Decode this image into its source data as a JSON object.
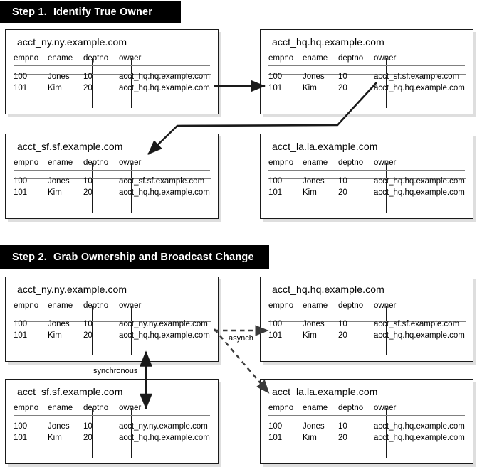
{
  "steps": [
    {
      "id": "step1",
      "number": "Step 1.",
      "title": "Identify True Owner"
    },
    {
      "id": "step2",
      "number": "Step  2.",
      "title": "Grab Ownership and Broadcast Change"
    }
  ],
  "columns": [
    "empno",
    "ename",
    "deptno",
    "owner"
  ],
  "step1": {
    "boxes": [
      {
        "name": "ny",
        "title": "acct_ny.ny.example.com",
        "rows": [
          [
            "100",
            "Jones",
            "10",
            "acct_hq.hq.example.com"
          ],
          [
            "101",
            "Kim",
            "20",
            "acct_hq.hq.example.com"
          ]
        ]
      },
      {
        "name": "hq",
        "title": "acct_hq.hq.example.com",
        "rows": [
          [
            "100",
            "Jones",
            "10",
            "acct_sf.sf.example.com"
          ],
          [
            "101",
            "Kim",
            "20",
            "acct_hq.hq.example.com"
          ]
        ]
      },
      {
        "name": "sf",
        "title": "acct_sf.sf.example.com",
        "rows": [
          [
            "100",
            "Jones",
            "10",
            "acct_sf.sf.example.com"
          ],
          [
            "101",
            "Kim",
            "20",
            "acct_hq.hq.example.com"
          ]
        ]
      },
      {
        "name": "la",
        "title": "acct_la.la.example.com",
        "rows": [
          [
            "100",
            "Jones",
            "10",
            "acct_hq.hq.example.com"
          ],
          [
            "101",
            "Kim",
            "20",
            "acct_hq.hq.example.com"
          ]
        ]
      }
    ],
    "connectors": [
      {
        "name": "ny-to-hq-arrow",
        "style": "solid",
        "label": ""
      },
      {
        "name": "hq-to-sf-arrow",
        "style": "solid",
        "label": ""
      }
    ]
  },
  "step2": {
    "boxes": [
      {
        "name": "ny",
        "title": "acct_ny.ny.example.com",
        "rows": [
          [
            "100",
            "Jones",
            "10",
            "acct_ny.ny.example.com"
          ],
          [
            "101",
            "Kim",
            "20",
            "acct_hq.hq.example.com"
          ]
        ]
      },
      {
        "name": "hq",
        "title": "acct_hq.hq.example.com",
        "rows": [
          [
            "100",
            "Jones",
            "10",
            "acct_sf.sf.example.com"
          ],
          [
            "101",
            "Kim",
            "20",
            "acct_hq.hq.example.com"
          ]
        ]
      },
      {
        "name": "sf",
        "title": "acct_sf.sf.example.com",
        "rows": [
          [
            "100",
            "Jones",
            "10",
            "acct_ny.ny.example.com"
          ],
          [
            "101",
            "Kim",
            "20",
            "acct_hq.hq.example.com"
          ]
        ]
      },
      {
        "name": "la",
        "title": "acct_la.la.example.com",
        "rows": [
          [
            "100",
            "Jones",
            "10",
            "acct_hq.hq.example.com"
          ],
          [
            "101",
            "Kim",
            "20",
            "acct_hq.hq.example.com"
          ]
        ]
      }
    ],
    "connectors": [
      {
        "name": "asynch-to-hq",
        "style": "dashed",
        "label": "asynch"
      },
      {
        "name": "asynch-to-la",
        "style": "dashed",
        "label": ""
      },
      {
        "name": "synchronous-ny-sf",
        "style": "solid-double",
        "label": "synchronous"
      }
    ]
  },
  "colors": {
    "bar_background": "#000000",
    "bar_text": "#ffffff",
    "box_border": "#1a1a1a",
    "rule": "#808080",
    "connector": "#1a1a1a"
  }
}
